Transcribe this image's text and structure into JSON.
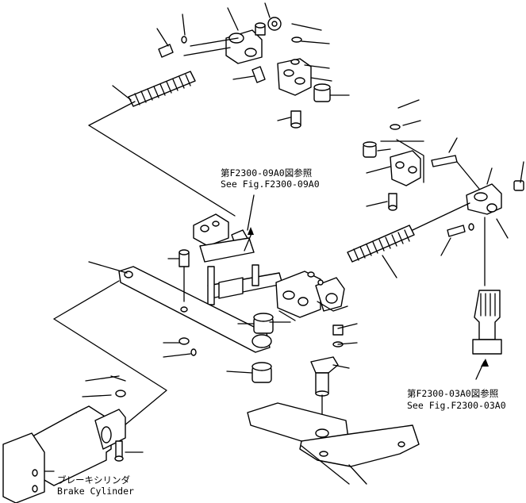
{
  "references": {
    "ref_09a0": {
      "jp": "第F2300-09A0図参照",
      "en": "See Fig.F2300-09A0"
    },
    "ref_03a0": {
      "jp": "第F2300-03A0図参照",
      "en": "See Fig.F2300-03A0"
    }
  },
  "brake_cylinder": {
    "jp": "ブレーキシリンダ",
    "en": "Brake Cylinder"
  }
}
